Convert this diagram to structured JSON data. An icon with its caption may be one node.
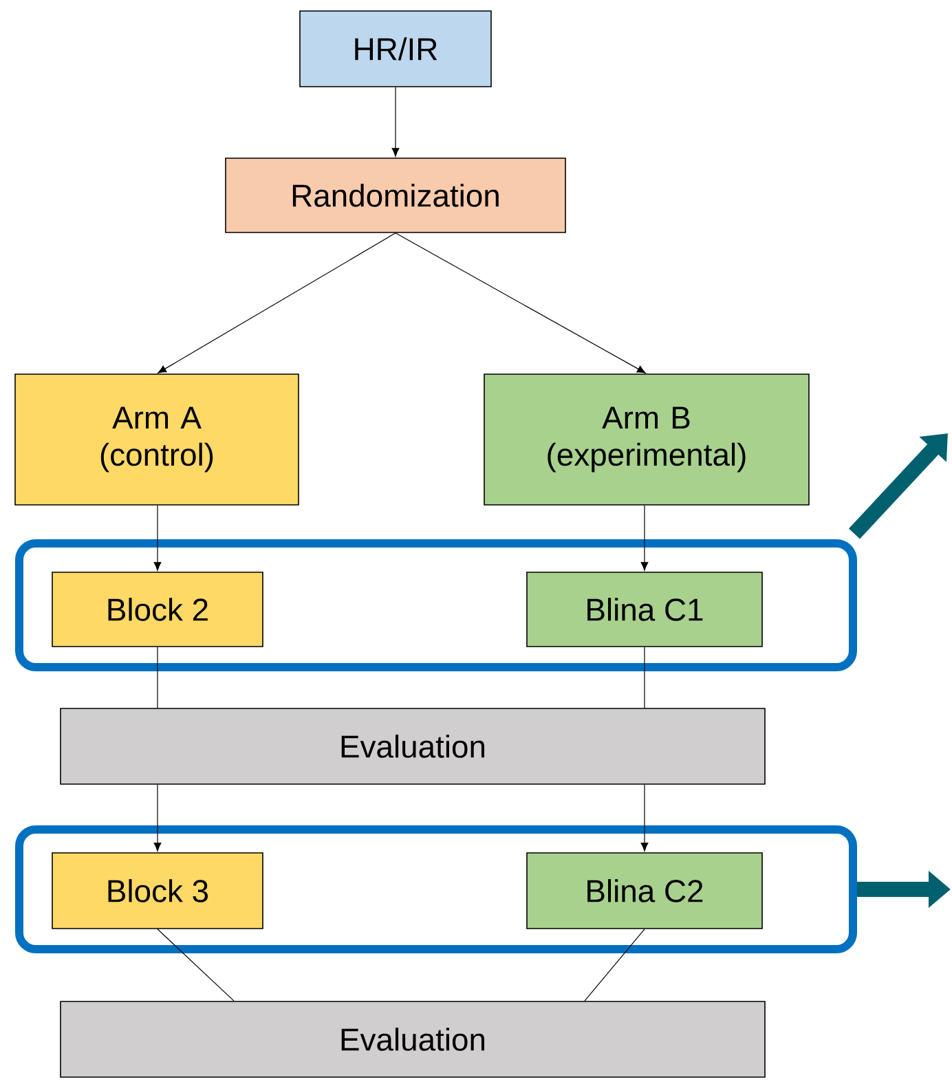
{
  "diagram": {
    "nodes": [
      {
        "text": [
          "HR/IR"
        ]
      },
      {
        "text": [
          "Randomization"
        ]
      },
      {
        "text": [
          "Arm A (control)"
        ]
      },
      {
        "text": [
          "Arm B (experimental)"
        ]
      },
      {
        "text": [],
        "shape": "box"
      },
      {
        "text": [
          "Block 2"
        ],
        "in": 4
      },
      {
        "text": [
          "Blina C1"
        ],
        "in": 4
      },
      {
        "text": [
          "Evaluation"
        ]
      },
      {
        "text": [],
        "shape": "box"
      },
      {
        "text": [
          "Block 3"
        ],
        "in": 8
      },
      {
        "text": [
          "Blina C2"
        ],
        "in": 8
      },
      {
        "text": [
          "Evaluation"
        ]
      }
    ],
    "edges": [
      {
        "from": 0,
        "to": 1,
        "arrow": "to"
      },
      {
        "from": 1,
        "to": 2,
        "arrow": "to"
      },
      {
        "from": 1,
        "to": 3,
        "arrow": "to"
      },
      {
        "from": 2,
        "to": 5,
        "arrow": "to"
      },
      {
        "from": 3,
        "to": 6,
        "arrow": "to"
      },
      {
        "from": 5,
        "to": 7,
        "arrow": "none"
      },
      {
        "from": 6,
        "to": 7,
        "arrow": "none"
      },
      {
        "from": 7,
        "to": 9,
        "arrow": "to"
      },
      {
        "from": 7,
        "to": 10,
        "arrow": "to"
      },
      {
        "from": 9,
        "to": 11,
        "arrow": "none"
      },
      {
        "from": 10,
        "to": 11,
        "arrow": "none"
      },
      {
        "from": 4,
        "to": null,
        "arrow": "to",
        "style": "thick",
        "color": "#00606e"
      },
      {
        "from": 8,
        "to": null,
        "arrow": "to",
        "style": "thick",
        "color": "#00606e"
      }
    ]
  }
}
